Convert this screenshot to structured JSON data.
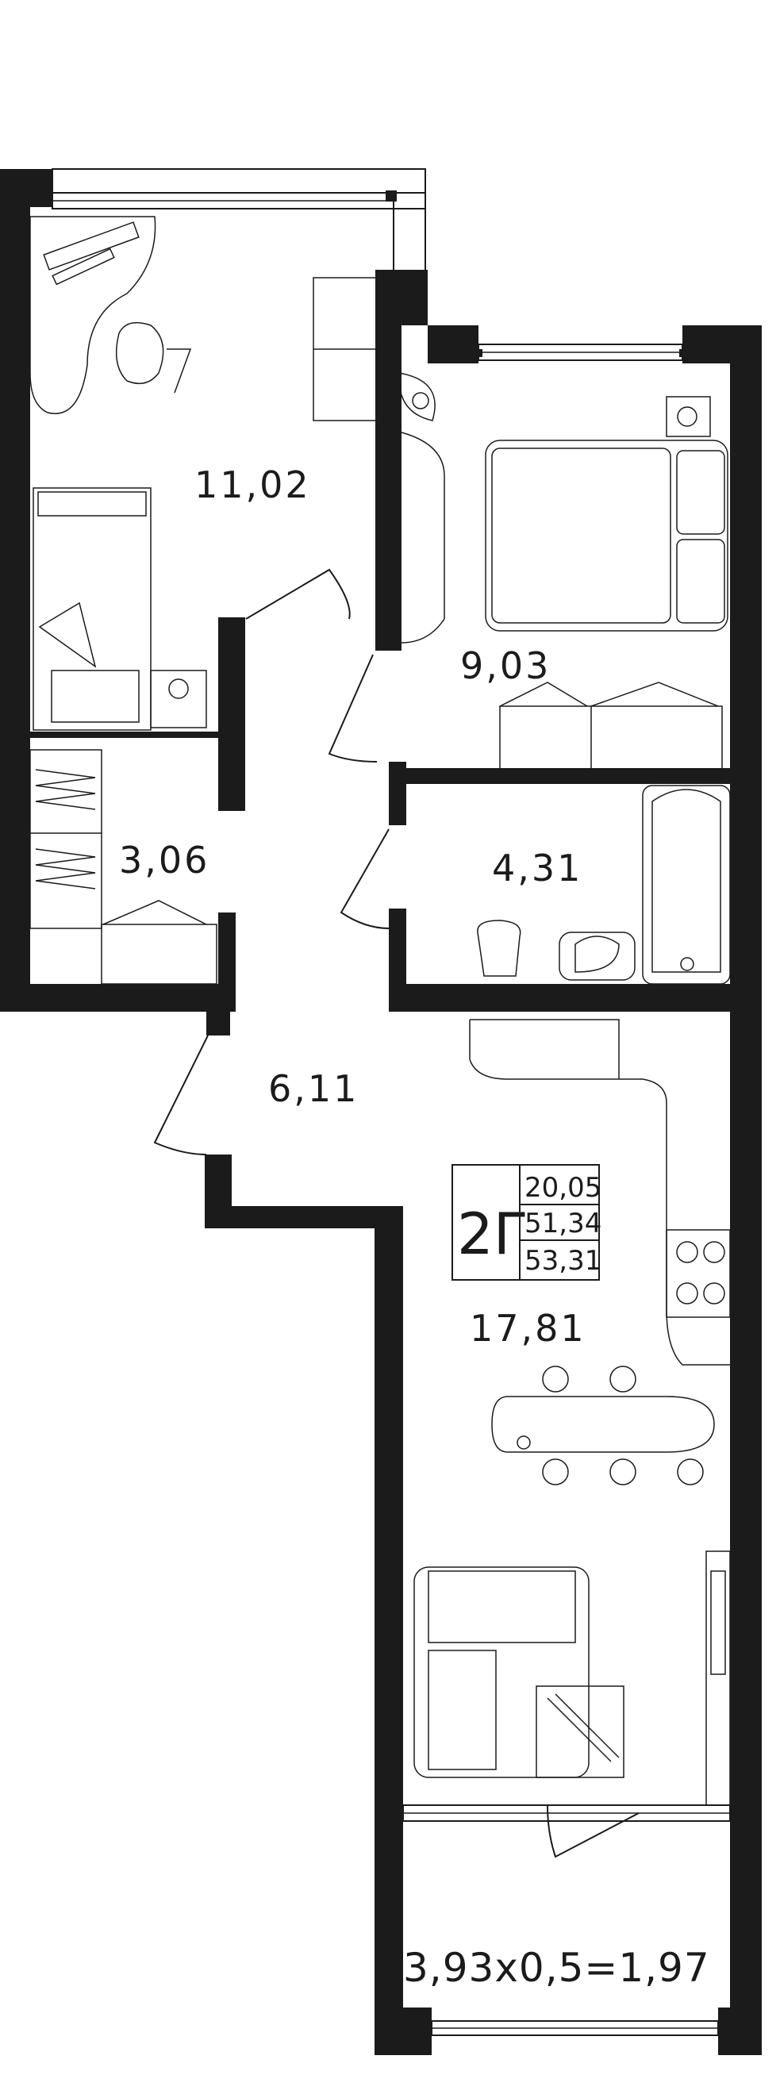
{
  "rooms": [
    {
      "id": "bedroom-small",
      "area": "11,02"
    },
    {
      "id": "bedroom-main",
      "area": "9,03"
    },
    {
      "id": "closet",
      "area": "3,06"
    },
    {
      "id": "bathroom",
      "area": "4,31"
    },
    {
      "id": "hallway",
      "area": "6,11"
    },
    {
      "id": "kitchen-living",
      "area": "17,81"
    }
  ],
  "badge": {
    "type": "2Г",
    "living_area": "20,05",
    "total_area": "51,34",
    "total_with_balcony": "53,31"
  },
  "balcony": {
    "formula": "3,93x0,5=1,97"
  }
}
